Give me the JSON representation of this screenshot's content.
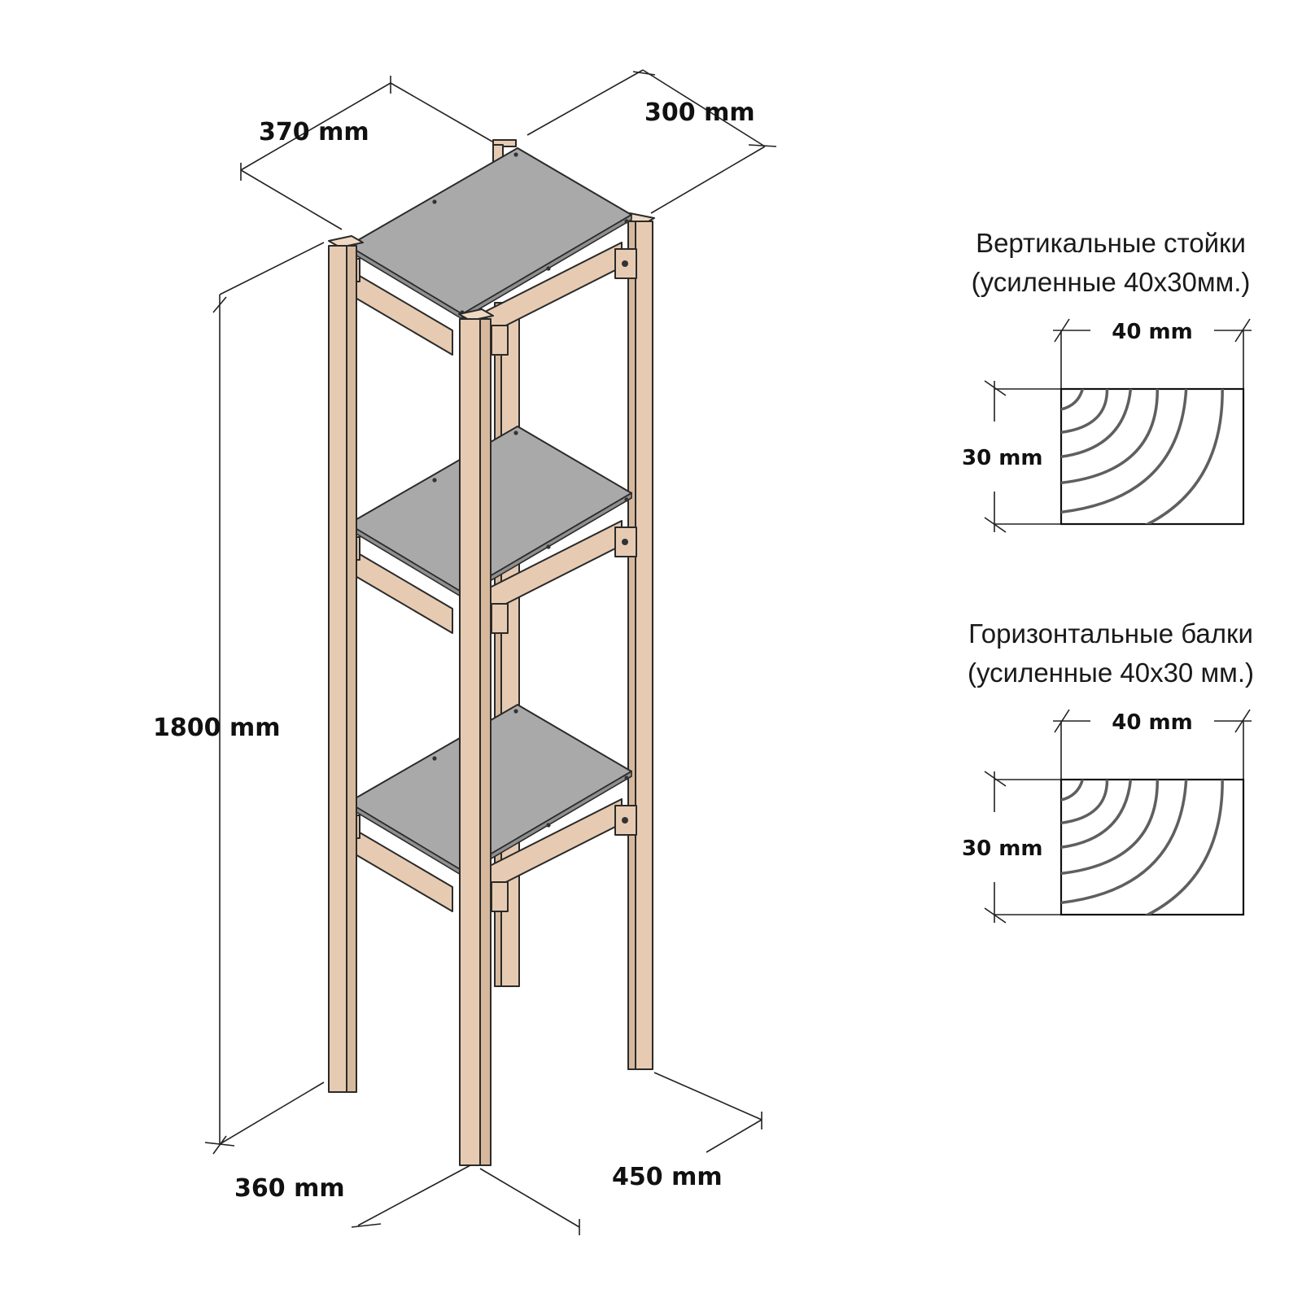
{
  "dimensions": {
    "depth_top": "370 mm",
    "width_top": "300 mm",
    "height": "1800 mm",
    "depth_bottom": "360 mm",
    "width_bottom": "450 mm"
  },
  "sections": [
    {
      "title": "Вертикальные стойки",
      "subtitle": "(усиленные 40х30мм.)",
      "width_label": "40 mm",
      "height_label": "30 mm"
    },
    {
      "title": "Горизонтальные балки",
      "subtitle": "(усиленные 40х30 мм.)",
      "width_label": "40 mm",
      "height_label": "30 mm"
    }
  ],
  "colors": {
    "wood": "#e6cbb2",
    "shelf": "#a9a9a9",
    "line": "#222222"
  }
}
